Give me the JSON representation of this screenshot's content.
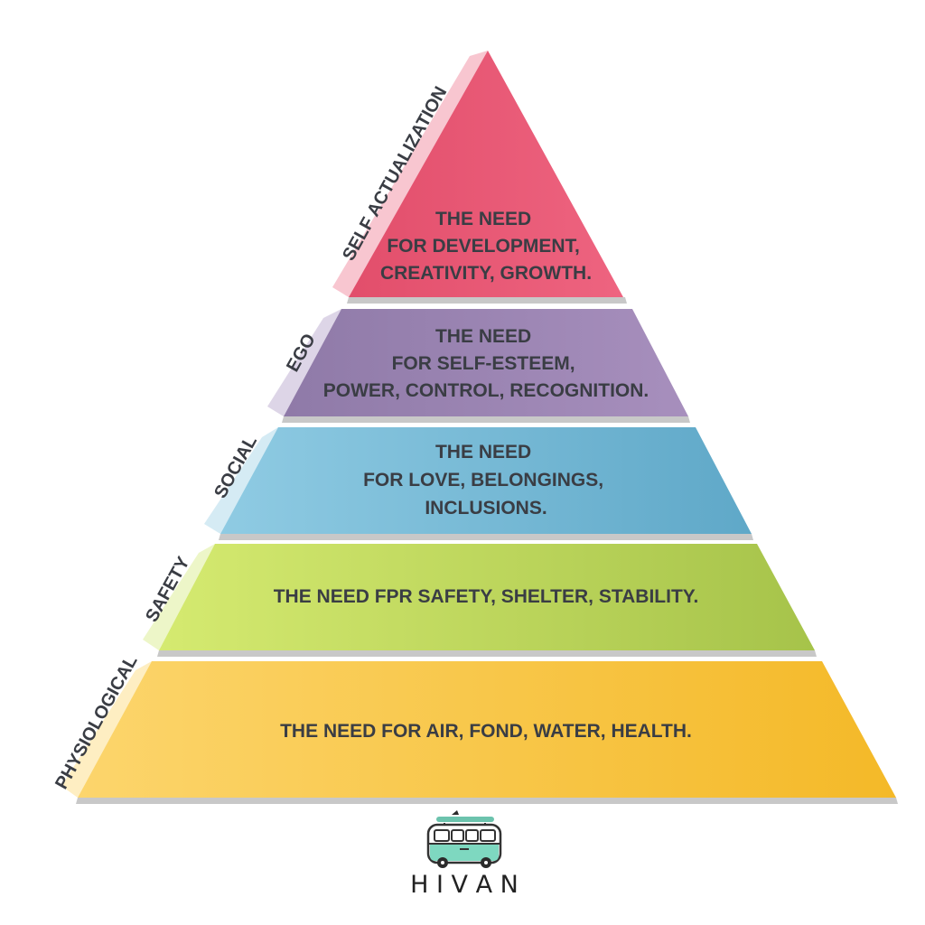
{
  "pyramid": {
    "levels": [
      {
        "name": "SELF ACTUALIZATION",
        "lines": [
          "THE NEED",
          "FOR DEVELOPMENT,",
          "CREATIVITY, GROWTH."
        ],
        "color_left": "#e24e6b",
        "color_right": "#ee6480",
        "edge_color": "#f5aebc"
      },
      {
        "name": "EGO",
        "lines": [
          "THE NEED",
          "FOR SELF-ESTEEM,",
          "POWER, CONTROL, RECOGNITION."
        ],
        "color_left": "#8f7aa8",
        "color_right": "#a78fbd",
        "edge_color": "#cfc3dd"
      },
      {
        "name": "SOCIAL",
        "lines": [
          "THE NEED",
          "FOR LOVE, BELONGINGS,",
          "INCLUSIONS."
        ],
        "color_left": "#8fcbe3",
        "color_right": "#5fa8c8",
        "edge_color": "#c3e3f0"
      },
      {
        "name": "SAFETY",
        "lines": [
          "THE NEED  FPR SAFETY, SHELTER, STABILITY."
        ],
        "color_left": "#d5ea70",
        "color_right": "#a6c34a",
        "edge_color": "#e5f2b0"
      },
      {
        "name": "PHYSIOLOGICAL",
        "lines": [
          "THE NEED FOR AIR, FOND, WATER, HEALTH."
        ],
        "color_left": "#fcd56c",
        "color_right": "#f4b928",
        "edge_color": "#fde7a8"
      }
    ]
  },
  "brand": {
    "name": "H I V A N",
    "van_body": "#7ed8c0",
    "surfboard": "#6cc3ad"
  }
}
